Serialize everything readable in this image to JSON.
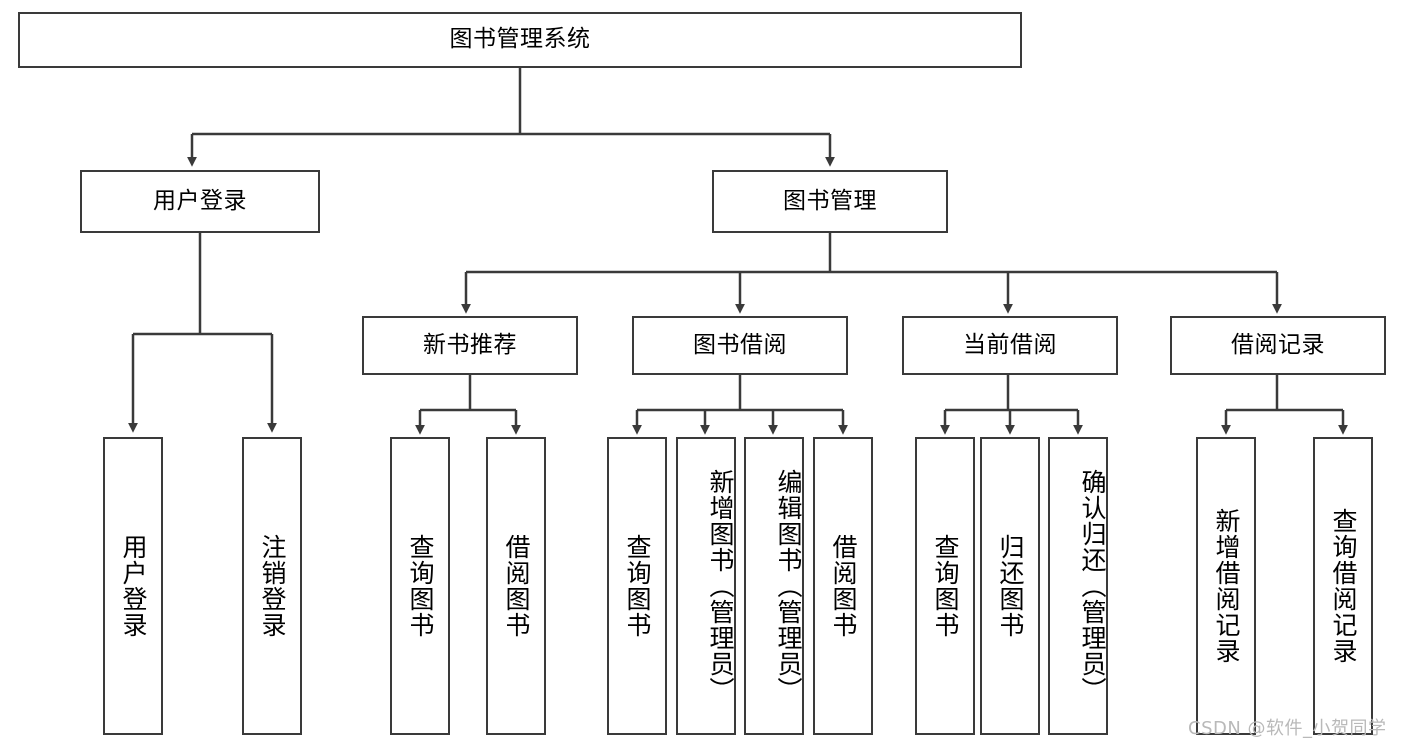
{
  "diagram": {
    "type": "tree",
    "title": "图书管理系统",
    "root": {
      "label": "图书管理系统"
    },
    "level2": [
      {
        "label": "用户登录"
      },
      {
        "label": "图书管理"
      }
    ],
    "level3": [
      {
        "label": "新书推荐"
      },
      {
        "label": "图书借阅"
      },
      {
        "label": "当前借阅"
      },
      {
        "label": "借阅记录"
      }
    ],
    "leaves": {
      "user_login": [
        {
          "label": "用户登录"
        },
        {
          "label": "注销登录"
        }
      ],
      "new_book_recommend": [
        {
          "label": "查询图书"
        },
        {
          "label": "借阅图书"
        }
      ],
      "book_borrow": [
        {
          "label": "查询图书"
        },
        {
          "label": "新增图书（管理员）"
        },
        {
          "label": "编辑图书（管理员）"
        },
        {
          "label": "借阅图书"
        }
      ],
      "current_borrow": [
        {
          "label": "查询图书"
        },
        {
          "label": "归还图书"
        },
        {
          "label": "确认归还（管理员）"
        }
      ],
      "borrow_record": [
        {
          "label": "新增借阅记录"
        },
        {
          "label": "查询借阅记录"
        }
      ]
    }
  },
  "watermark": {
    "text": "CSDN @软件_小贺同学"
  },
  "colors": {
    "border": "#3a3a3a",
    "text": "#000000",
    "background": "#ffffff",
    "watermark": "#b9b9b9"
  }
}
